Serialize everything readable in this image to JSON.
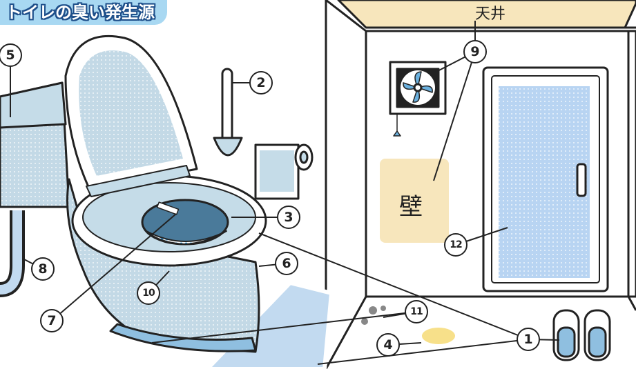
{
  "title": "トイレの臭い発生源",
  "room": {
    "ceiling": "天井",
    "wall": "壁"
  },
  "labels": [
    "1",
    "2",
    "3",
    "4",
    "5",
    "6",
    "7",
    "8",
    "9",
    "10",
    "11",
    "12"
  ],
  "colors": {
    "blue": "#c5dce8",
    "lightblue": "#bcd8f0",
    "beige": "#f7e6bc",
    "dark": "#222222",
    "water": "#4a7a9a"
  }
}
